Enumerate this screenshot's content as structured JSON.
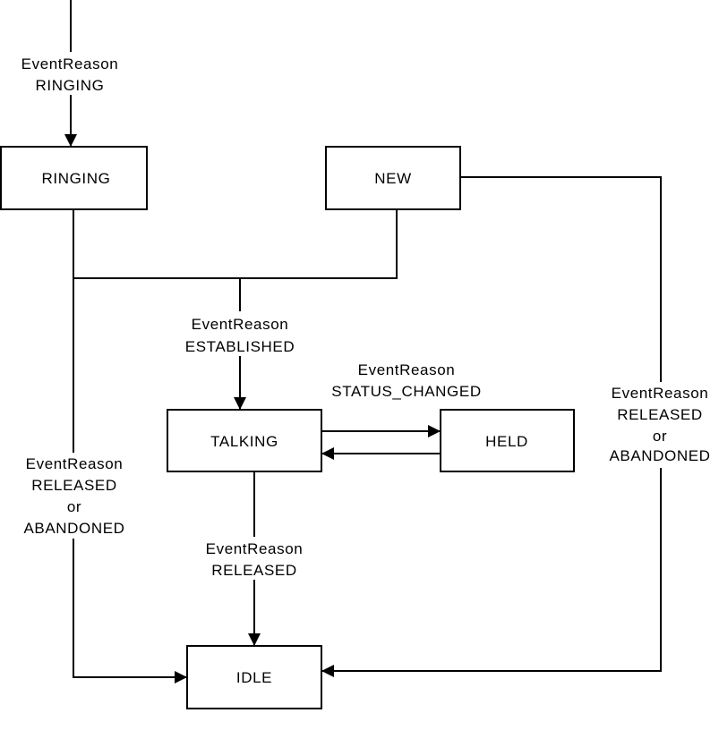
{
  "states": {
    "ringing": "RINGING",
    "new": "NEW",
    "talking": "TALKING",
    "held": "HELD",
    "idle": "IDLE"
  },
  "transitions": {
    "initial": [
      "EventReason",
      "RINGING"
    ],
    "established": [
      "EventReason",
      "ESTABLISHED"
    ],
    "status_changed": [
      "EventReason",
      "STATUS_CHANGED"
    ],
    "ringing_to_idle": [
      "EventReason",
      "RELEASED",
      "or",
      "ABANDONED"
    ],
    "new_to_idle": [
      "EventReason",
      "RELEASED",
      "or",
      "ABANDONED"
    ],
    "talking_to_idle": [
      "EventReason",
      "RELEASED"
    ]
  },
  "colors": {
    "stroke": "#000000",
    "background": "#ffffff"
  }
}
